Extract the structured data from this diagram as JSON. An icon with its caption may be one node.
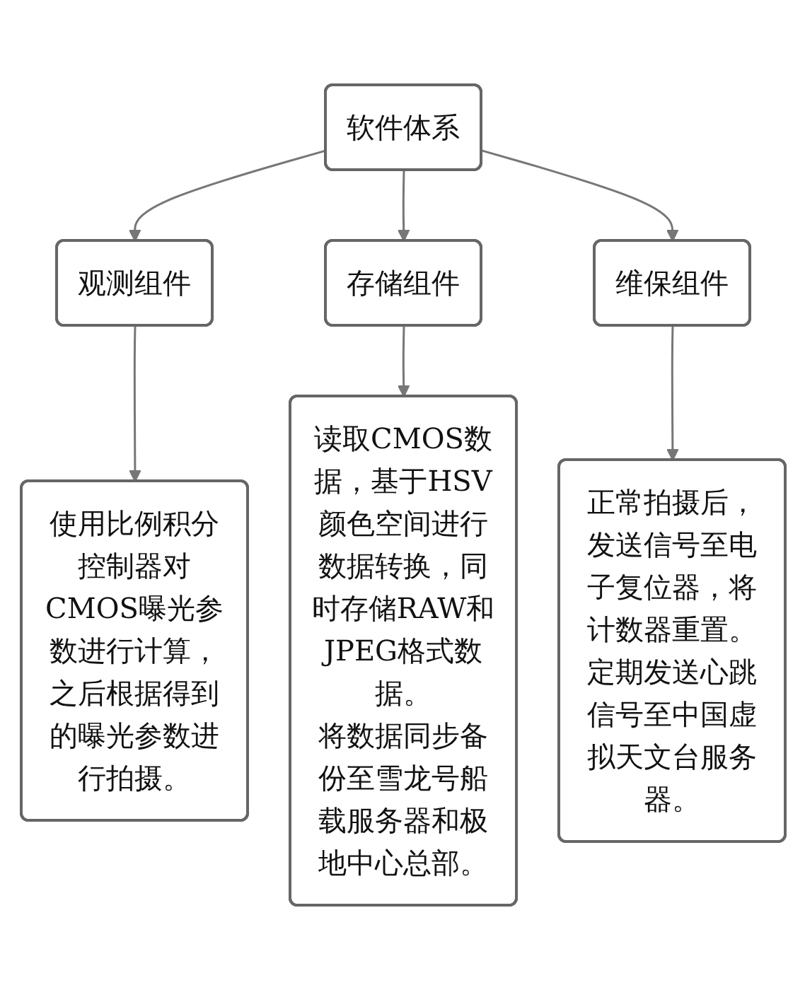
{
  "diagram": {
    "nodes": [
      {
        "text": [
          "软件体系"
        ]
      },
      {
        "text": [
          "观测组件"
        ]
      },
      {
        "text": [
          "存储组件"
        ]
      },
      {
        "text": [
          "维保组件"
        ]
      },
      {
        "text": [
          "使用比例积分控制器对CMOS曝光参数进行计算，之后根据得到的曝光参数进行拍摄。"
        ]
      },
      {
        "text": [
          "读取CMOS数据，基于HSV颜色空间进行数据转换，同时存储RAW和JPEG格式数据。",
          "将数据同步备份至雪龙号船载服务器和极地中心总部。"
        ]
      },
      {
        "text": [
          "正常拍摄后，发送信号至电子复位器，将计数器重置。",
          "定期发送心跳信号至中国虚拟天文台服务器。"
        ]
      }
    ],
    "edges": [
      {
        "from": 0,
        "to": 1,
        "arrow": "to"
      },
      {
        "from": 0,
        "to": 2,
        "arrow": "to"
      },
      {
        "from": 0,
        "to": 3,
        "arrow": "to"
      },
      {
        "from": 1,
        "to": 4,
        "arrow": "to"
      },
      {
        "from": 2,
        "to": 5,
        "arrow": "to"
      },
      {
        "from": 3,
        "to": 6,
        "arrow": "to"
      }
    ]
  }
}
